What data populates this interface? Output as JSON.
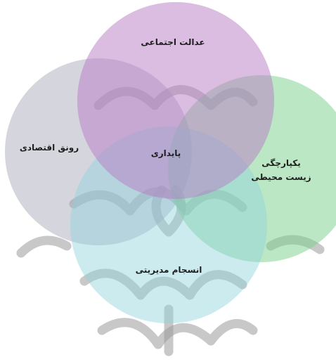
{
  "diagram": {
    "nodes": [
      {
        "id": "social",
        "label": "عدالت اجتماعی",
        "color": "#b77bc6"
      },
      {
        "id": "economic",
        "label": "رونق اقتصادی",
        "color": "#a2a2b6"
      },
      {
        "id": "environment",
        "label_lines": [
          "یکپارچگی",
          "زیست محیطی"
        ],
        "color": "#7ad08c"
      },
      {
        "id": "management",
        "label": "انسجام مدیریتی",
        "color": "#8fd3dc"
      }
    ],
    "center": {
      "label": "پایداری"
    }
  }
}
